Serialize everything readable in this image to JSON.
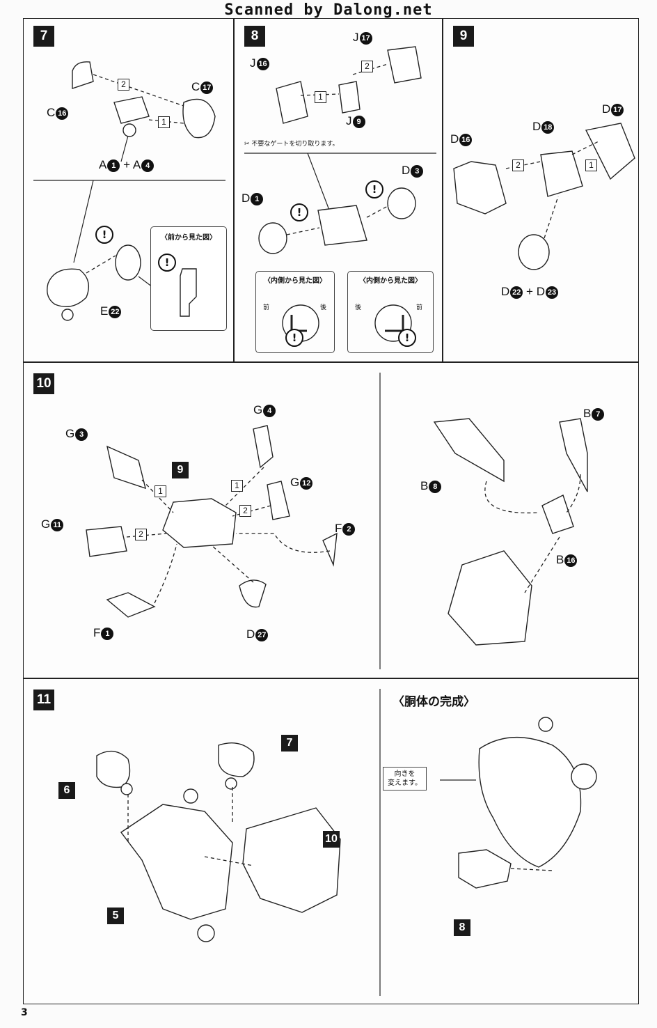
{
  "header": "Scanned  by  Dalong.net",
  "page_number": "3",
  "steps": {
    "s7": {
      "num": "7",
      "top_right": "C",
      "top_right_n": "17",
      "left": "C",
      "left_n": "16",
      "bottom": "A",
      "bottom_n": "1",
      "bottom2": "A",
      "bottom2_n": "4",
      "plus": "+",
      "e": "E",
      "e_n": "22",
      "inset_title": "〈前から見た図〉",
      "b1": "2",
      "b2": "1"
    },
    "s8": {
      "num": "8",
      "j17": "J",
      "j17_n": "17",
      "j16": "J",
      "j16_n": "16",
      "j9": "J",
      "j9_n": "9",
      "note": "不要なゲートを切り取ります。",
      "d1": "D",
      "d1_n": "1",
      "d3": "D",
      "d3_n": "3",
      "inset_l_title": "〈内側から見た図〉",
      "inset_r_title": "〈内側から見た図〉",
      "front": "前",
      "back": "後",
      "b1": "2",
      "b2": "1"
    },
    "s9": {
      "num": "9",
      "d17": "D",
      "d17_n": "17",
      "d16": "D",
      "d16_n": "16",
      "d18": "D",
      "d18_n": "18",
      "d22": "D",
      "d22_n": "22",
      "plus": "+",
      "d23": "D",
      "d23_n": "23",
      "b1": "2",
      "b2": "1"
    },
    "s10": {
      "num": "10",
      "g4": "G",
      "g4_n": "4",
      "g3": "G",
      "g3_n": "3",
      "g12": "G",
      "g12_n": "12",
      "g11": "G",
      "g11_n": "11",
      "f2": "F",
      "f2_n": "2",
      "f1": "F",
      "f1_n": "1",
      "d27": "D",
      "d27_n": "27",
      "sub": "9",
      "b7": "B",
      "b7_n": "7",
      "b8": "B",
      "b8_n": "8",
      "b16": "B",
      "b16_n": "16",
      "b1": "1",
      "b2": "1",
      "b3": "2",
      "b4": "2"
    },
    "s11": {
      "num": "11",
      "a6": "6",
      "a7": "7",
      "a5": "5",
      "a10": "10",
      "title": "〈胴体の完成〉",
      "callout": "向きを\n変えます。",
      "a8": "8"
    }
  }
}
